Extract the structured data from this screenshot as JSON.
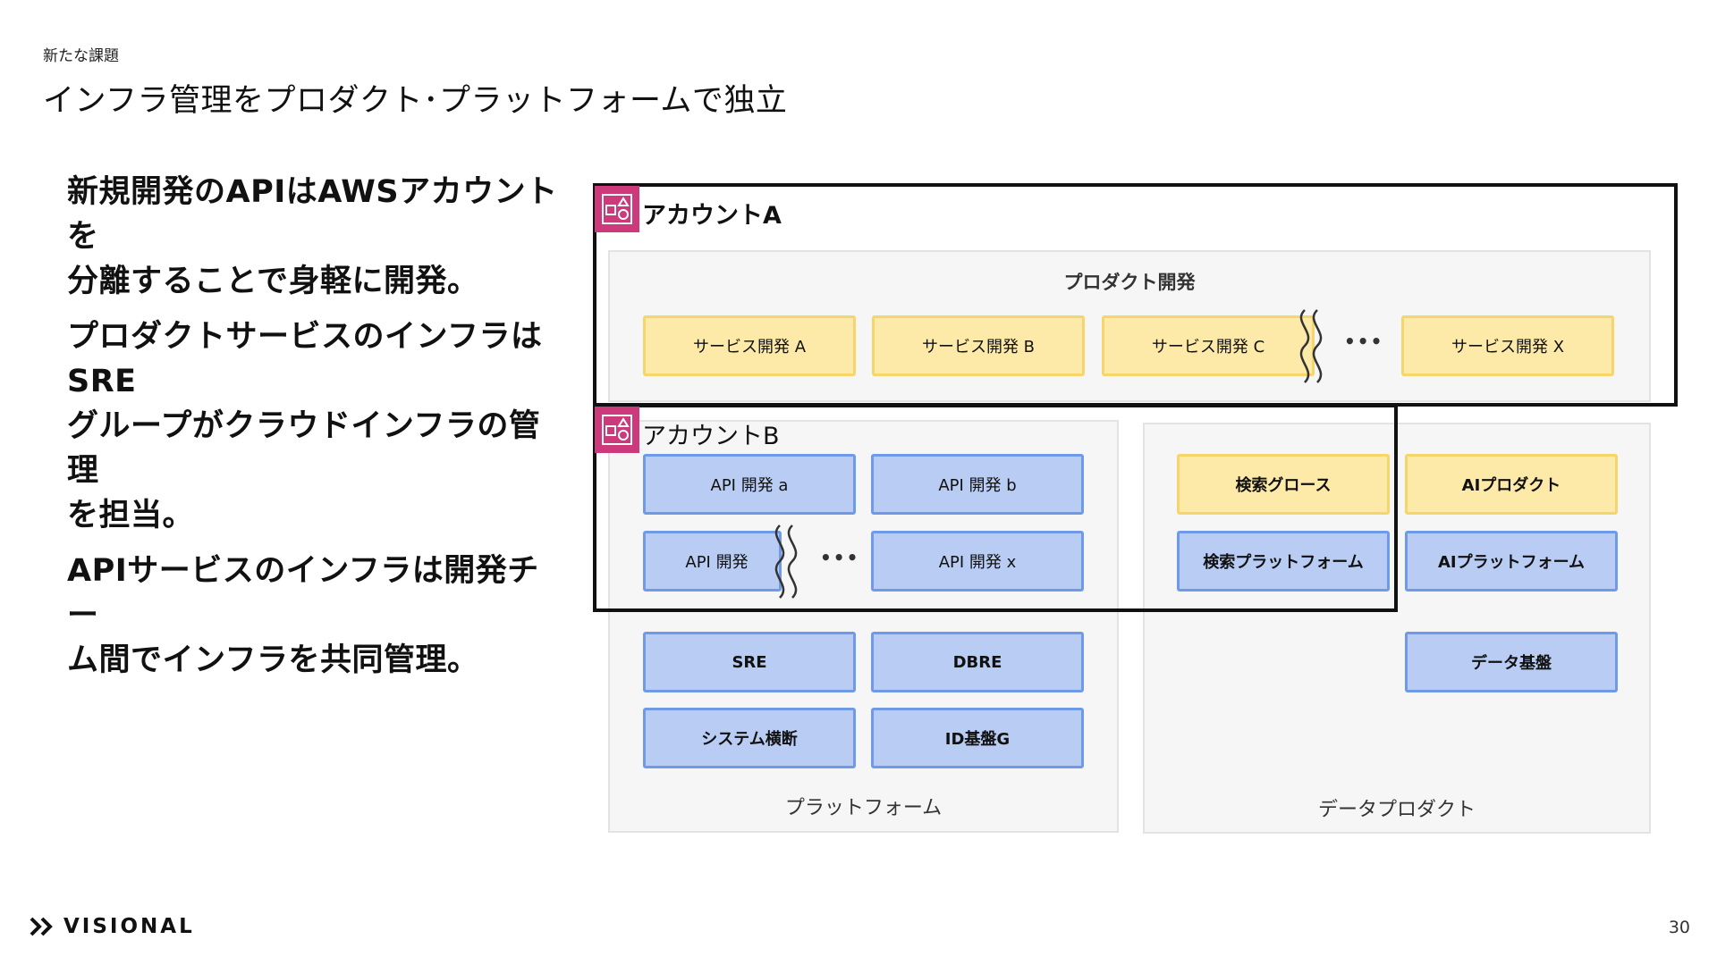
{
  "header": {
    "section_label": "新たな課題",
    "title": "インフラ管理をプロダクト･プラットフォームで独立"
  },
  "bullets": [
    "新規開発のAPIはAWSアカウントを\n分離することで身軽に開発。",
    "プロダクトサービスのインフラはSRE\nグループがクラウドインフラの管理\nを担当。",
    "APIサービスのインフラは開発チー\nム間でインフラを共同管理。"
  ],
  "diagram": {
    "account_a_label": "アカウントA",
    "account_b_label": "アカウントB",
    "product_panel_label": "プロダクト開発",
    "product_services": [
      "サービス開発 A",
      "サービス開発 B",
      "サービス開発 C",
      "サービス開発 X"
    ],
    "ellipsis": "•••",
    "platform_panel_label": "プラットフォーム",
    "platform_api": [
      "API 開発 a",
      "API 開発 b",
      "API 開発",
      "API 開発 x"
    ],
    "platform_teams": [
      "SRE",
      "DBRE",
      "システム横断",
      "ID基盤G"
    ],
    "data_panel_label": "データプロダクト",
    "data_items": [
      "検索グロース",
      "AIプロダクト",
      "検索プラットフォーム",
      "AIプラットフォーム",
      "データ基盤"
    ],
    "colors": {
      "service_fill": "#fdeaa8",
      "service_border": "#f6d56a",
      "platform_fill": "#b9cdf4",
      "platform_border": "#6f9ae8",
      "account_icon": "#cc3a7c"
    }
  },
  "footer": {
    "logo_text": "VISIONAL",
    "logo_icon": "double-chevron-icon",
    "page_number": "30"
  }
}
